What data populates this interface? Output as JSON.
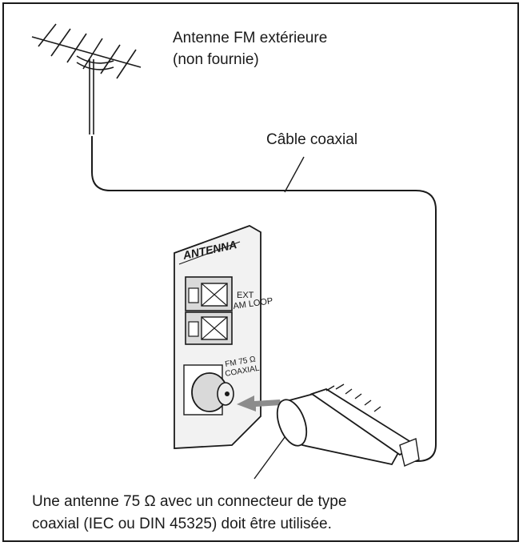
{
  "labels": {
    "outdoor_antenna_line1": "Antenne FM extérieure",
    "outdoor_antenna_line2": "(non fournie)",
    "coax_cable": "Câble coaxial",
    "note_line1": "Une antenne 75 Ω avec un connecteur de type",
    "note_line2": "coaxial (IEC ou DIN 45325) doit être utilisée."
  },
  "panel": {
    "title": "ANTENNA",
    "ext": "EXT",
    "am_loop": "AM LOOP",
    "fm_line1": "FM 75 Ω",
    "fm_line2": "COAXIAL"
  },
  "colors": {
    "line": "#1a1a1a",
    "panel_fill": "#f2f2f2",
    "terminal_fill": "#d9d9d9",
    "arrow": "#8c8c8c"
  }
}
